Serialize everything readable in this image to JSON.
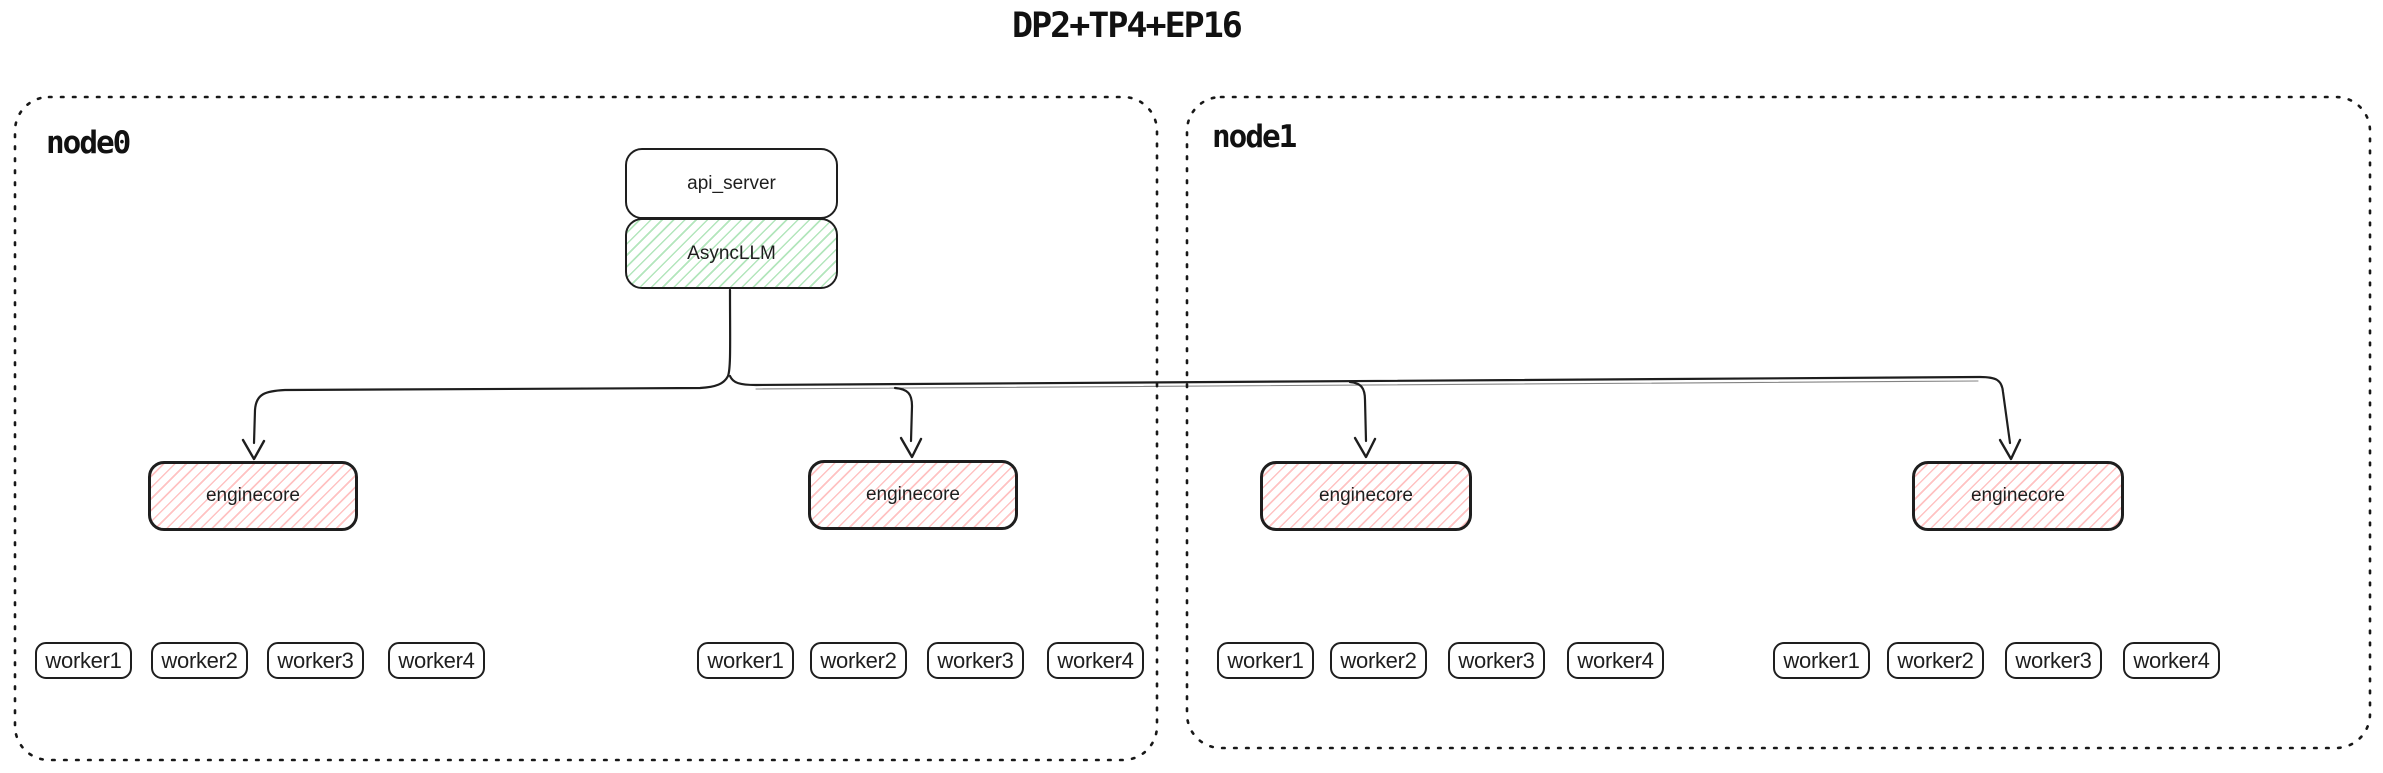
{
  "title": "DP2+TP4+EP16",
  "nodes": [
    {
      "label": "node0",
      "stack": {
        "api_server": "api_server",
        "async_llm": "AsyncLLM"
      },
      "engine_groups": [
        {
          "label": "enginecore",
          "workers": [
            "worker1",
            "worker2",
            "worker3",
            "worker4"
          ]
        },
        {
          "label": "enginecore",
          "workers": [
            "worker1",
            "worker2",
            "worker3",
            "worker4"
          ]
        }
      ]
    },
    {
      "label": "node1",
      "engine_groups": [
        {
          "label": "enginecore",
          "workers": [
            "worker1",
            "worker2",
            "worker3",
            "worker4"
          ]
        },
        {
          "label": "enginecore",
          "workers": [
            "worker1",
            "worker2",
            "worker3",
            "worker4"
          ]
        }
      ]
    }
  ],
  "edges": [
    {
      "from": "AsyncLLM",
      "to": "enginecore (node0 #1)",
      "style": "arrow-down"
    },
    {
      "from": "AsyncLLM",
      "to": "enginecore (node0 #2)",
      "style": "arrow-down"
    },
    {
      "from": "AsyncLLM",
      "to": "enginecore (node1 #1)",
      "style": "arrow-down"
    },
    {
      "from": "AsyncLLM",
      "to": "enginecore (node1 #2)",
      "style": "arrow-down"
    }
  ],
  "colors": {
    "stroke": "#1e1e1e",
    "node_border": "#181818",
    "async_llm_hatch": "#40c057",
    "enginecore_hatch": "#ff5f5f",
    "background": "#ffffff"
  }
}
